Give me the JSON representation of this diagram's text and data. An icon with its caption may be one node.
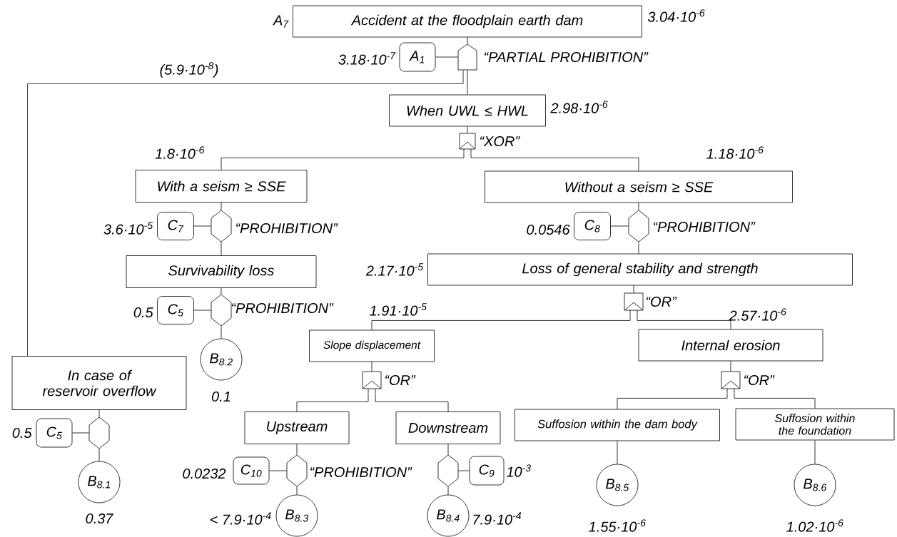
{
  "diagram": {
    "nodes": [
      {
        "text": [
          "Accident at the floodplain earth dam"
        ],
        "beside": [
          "A$_{7}$",
          "3.04·10$^{-6}$"
        ]
      },
      {
        "text": [],
        "shape": "pentagon",
        "beside": [
          "“PARTIAL PROHIBITION”"
        ]
      },
      {
        "text": [
          "A$_{1}$"
        ],
        "beside": [
          "3.18·10$^{-7}$"
        ]
      },
      {
        "text": [
          "When UWL ≤ HWL"
        ],
        "beside": [
          "2.98·10$^{-6}$"
        ]
      },
      {
        "text": [],
        "shape": "box",
        "beside": [
          "“XOR”"
        ]
      },
      {
        "text": [
          "With a seism ≥ SSE"
        ],
        "beside": [
          "1.8·10$^{-6}$"
        ]
      },
      {
        "text": [
          "Without a seism ≥ SSE"
        ],
        "beside": [
          "1.18·10$^{-6}$"
        ]
      },
      {
        "text": [],
        "shape": "hexagon",
        "beside": [
          "“PROHIBITION”"
        ]
      },
      {
        "text": [
          "C$_{7}$"
        ],
        "beside": [
          "3.6·10$^{-5}$"
        ]
      },
      {
        "text": [],
        "shape": "hexagon",
        "beside": [
          "“PROHIBITION”"
        ]
      },
      {
        "text": [
          "C$_{8}$"
        ],
        "beside": [
          "0.0546"
        ]
      },
      {
        "text": [
          "Survivability loss"
        ]
      },
      {
        "text": [
          "Loss of general stability and strength"
        ],
        "beside": [
          "2.17·10$^{-5}$"
        ]
      },
      {
        "text": [],
        "shape": "hexagon",
        "beside": [
          "“PROHIBITION”"
        ]
      },
      {
        "text": [
          "C$_{5}$"
        ],
        "beside": [
          "0.5"
        ]
      },
      {
        "text": [
          "B$_{8.2}$"
        ],
        "beside": [
          "0.1"
        ]
      },
      {
        "text": [],
        "shape": "box",
        "beside": [
          "“OR”"
        ]
      },
      {
        "text": [
          "Slope displacement"
        ],
        "beside": [
          "1.91·10$^{-5}$"
        ]
      },
      {
        "text": [
          "Internal erosion"
        ],
        "beside": [
          "2.57·10$^{-6}$"
        ]
      },
      {
        "text": [
          "In case of reservoir overflow"
        ]
      },
      {
        "text": [],
        "shape": "hexagon"
      },
      {
        "text": [
          "C$_{5}$"
        ],
        "beside": [
          "0.5"
        ]
      },
      {
        "text": [
          "B$_{8.1}$"
        ],
        "beside": [
          "0.37"
        ]
      },
      {
        "text": [],
        "shape": "box",
        "beside": [
          "“OR”"
        ]
      },
      {
        "text": [
          "Upstream"
        ]
      },
      {
        "text": [
          "Downstream"
        ]
      },
      {
        "text": [],
        "shape": "box",
        "beside": [
          "“OR”"
        ]
      },
      {
        "text": [
          "Suffosion within the dam body"
        ]
      },
      {
        "text": [
          "Suffosion within the foundation"
        ]
      },
      {
        "text": [],
        "shape": "hexagon",
        "beside": [
          "“PROHIBITION”"
        ]
      },
      {
        "text": [
          "C$_{10}$"
        ],
        "beside": [
          "0.0232"
        ]
      },
      {
        "text": [
          "B$_{8.3}$"
        ],
        "beside": [
          "< 7.9·10$^{-4}$"
        ]
      },
      {
        "text": [],
        "shape": "hexagon"
      },
      {
        "text": [
          "C$_{9}$"
        ],
        "beside": [
          "10$^{-3}$"
        ]
      },
      {
        "text": [
          "B$_{8.4}$"
        ],
        "beside": [
          "7.9·10$^{-4}$"
        ]
      },
      {
        "text": [
          "B$_{8.5}$"
        ],
        "beside": [
          "1.55·10$^{-6}$"
        ]
      },
      {
        "text": [
          "B$_{8.6}$"
        ],
        "beside": [
          "1.02·10$^{-6}$"
        ]
      }
    ],
    "edges": [
      {
        "from": 0,
        "to": 1,
        "arrow": "none"
      },
      {
        "from": 1,
        "to": 2,
        "arrow": "none"
      },
      {
        "from": 1,
        "to": 3,
        "arrow": "none"
      },
      {
        "from": 1,
        "to": 19,
        "arrow": "none"
      },
      {
        "from": 3,
        "to": 4,
        "arrow": "none"
      },
      {
        "from": 4,
        "to": 5,
        "arrow": "none"
      },
      {
        "from": 4,
        "to": 6,
        "arrow": "none"
      },
      {
        "from": 5,
        "to": 7,
        "arrow": "none"
      },
      {
        "from": 7,
        "to": 8,
        "arrow": "none"
      },
      {
        "from": 7,
        "to": 11,
        "arrow": "none"
      },
      {
        "from": 6,
        "to": 9,
        "arrow": "none"
      },
      {
        "from": 9,
        "to": 10,
        "arrow": "none"
      },
      {
        "from": 9,
        "to": 12,
        "arrow": "none"
      },
      {
        "from": 11,
        "to": 13,
        "arrow": "none"
      },
      {
        "from": 13,
        "to": 14,
        "arrow": "none"
      },
      {
        "from": 13,
        "to": 15,
        "arrow": "none"
      },
      {
        "from": 12,
        "to": 16,
        "arrow": "none"
      },
      {
        "from": 16,
        "to": 17,
        "arrow": "none"
      },
      {
        "from": 16,
        "to": 18,
        "arrow": "none"
      },
      {
        "from": 19,
        "to": 20,
        "arrow": "none"
      },
      {
        "from": 20,
        "to": 21,
        "arrow": "none"
      },
      {
        "from": 20,
        "to": 22,
        "arrow": "none"
      },
      {
        "from": 17,
        "to": 23,
        "arrow": "none"
      },
      {
        "from": 23,
        "to": 24,
        "arrow": "none"
      },
      {
        "from": 23,
        "to": 25,
        "arrow": "none"
      },
      {
        "from": 18,
        "to": 26,
        "arrow": "none"
      },
      {
        "from": 26,
        "to": 27,
        "arrow": "none"
      },
      {
        "from": 26,
        "to": 28,
        "arrow": "none"
      },
      {
        "from": 24,
        "to": 29,
        "arrow": "none"
      },
      {
        "from": 29,
        "to": 30,
        "arrow": "none"
      },
      {
        "from": 29,
        "to": 31,
        "arrow": "none"
      },
      {
        "from": 25,
        "to": 32,
        "arrow": "none"
      },
      {
        "from": 32,
        "to": 33,
        "arrow": "none"
      },
      {
        "from": 32,
        "to": 34,
        "arrow": "none"
      },
      {
        "from": 27,
        "to": 35,
        "arrow": "none"
      },
      {
        "from": 28,
        "to": 36,
        "arrow": "none"
      }
    ],
    "labels": [
      "(5.9·10$^{-8}$)"
    ]
  }
}
